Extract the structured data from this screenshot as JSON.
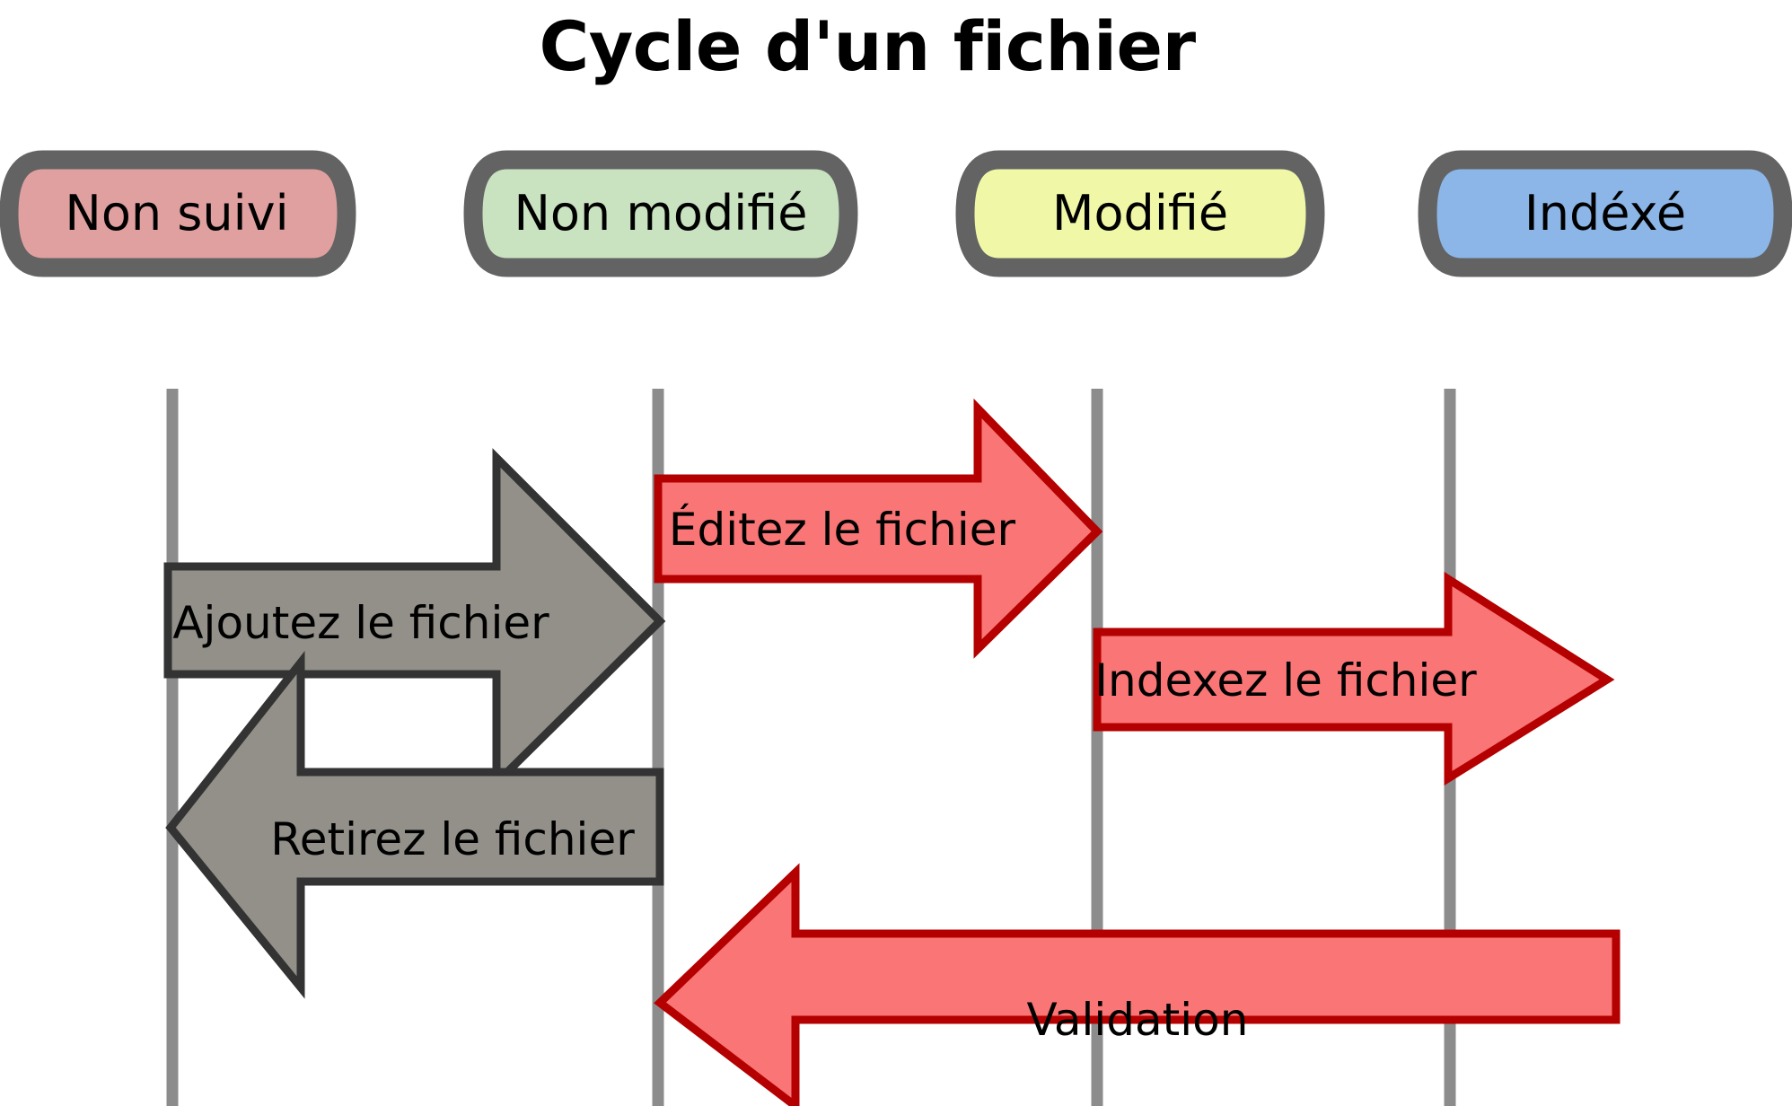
{
  "title": "Cycle d'un fichier",
  "colors": {
    "background": "#ffffff",
    "state_border": "#636363",
    "lane_line": "#8c8c8c",
    "gray_arrow_fill": "#929089",
    "gray_arrow_border": "#333333",
    "red_arrow_fill": "#fa7575",
    "red_arrow_border": "#b40000",
    "text": "#000000",
    "untracked_fill": "#e0a0a0",
    "unmodified_fill": "#c9e2c0",
    "modified_fill": "#f0f8a8",
    "staged_fill": "#8cb6e8"
  },
  "states": [
    {
      "id": "untracked",
      "label": "Non suivi",
      "fill": "#e0a0a0"
    },
    {
      "id": "unmodified",
      "label": "Non modifié",
      "fill": "#c9e2c0"
    },
    {
      "id": "modified",
      "label": "Modifié",
      "fill": "#f0f8a8"
    },
    {
      "id": "staged",
      "label": "Indéxé",
      "fill": "#8cb6e8"
    }
  ],
  "transitions": [
    {
      "id": "add",
      "label": "Ajoutez le fichier",
      "from": "untracked",
      "to": "unmodified",
      "direction": "right",
      "color": "gray"
    },
    {
      "id": "edit",
      "label": "Éditez le fichier",
      "from": "unmodified",
      "to": "modified",
      "direction": "right",
      "color": "red"
    },
    {
      "id": "remove",
      "label": "Retirez le fichier",
      "from": "unmodified",
      "to": "untracked",
      "direction": "left",
      "color": "gray"
    },
    {
      "id": "stage",
      "label": "Indexez le fichier",
      "from": "modified",
      "to": "staged",
      "direction": "right",
      "color": "red"
    },
    {
      "id": "commit",
      "label": "Validation",
      "from": "staged",
      "to": "unmodified",
      "direction": "left",
      "color": "red"
    }
  ]
}
